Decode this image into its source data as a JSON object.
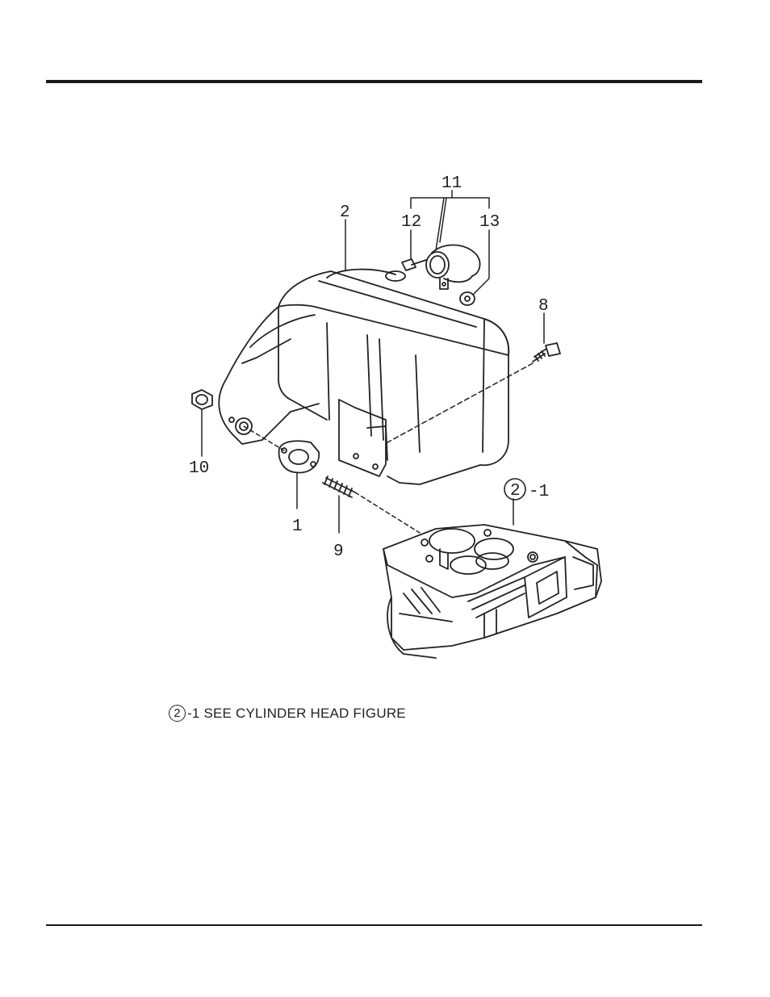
{
  "callouts": {
    "c1": "1",
    "c2": "2",
    "c8": "8",
    "c9": "9",
    "c10": "10",
    "c11": "11",
    "c12": "12",
    "c13": "13",
    "ref_num": "2",
    "ref_suffix": "-1"
  },
  "note": {
    "circle_num": "2",
    "text": "-1 SEE CYLINDER HEAD FIGURE"
  }
}
